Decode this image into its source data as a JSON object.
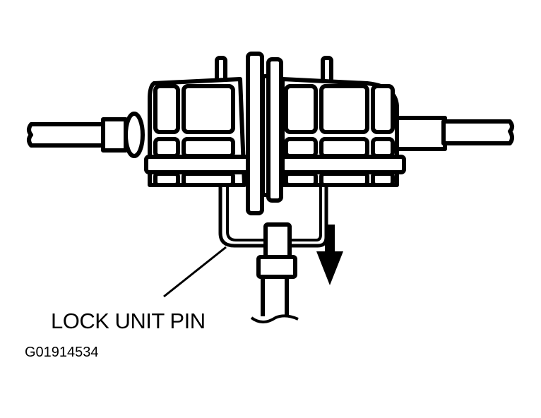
{
  "diagram": {
    "subject": "transfer-case-shift-assembly",
    "callouts": [
      {
        "id": "lock-unit-pin",
        "label": "LOCK UNIT PIN"
      }
    ],
    "figure_id": "G01914534",
    "arrow": {
      "direction": "down"
    },
    "colors": {
      "line": "#000000",
      "background": "#ffffff"
    }
  }
}
